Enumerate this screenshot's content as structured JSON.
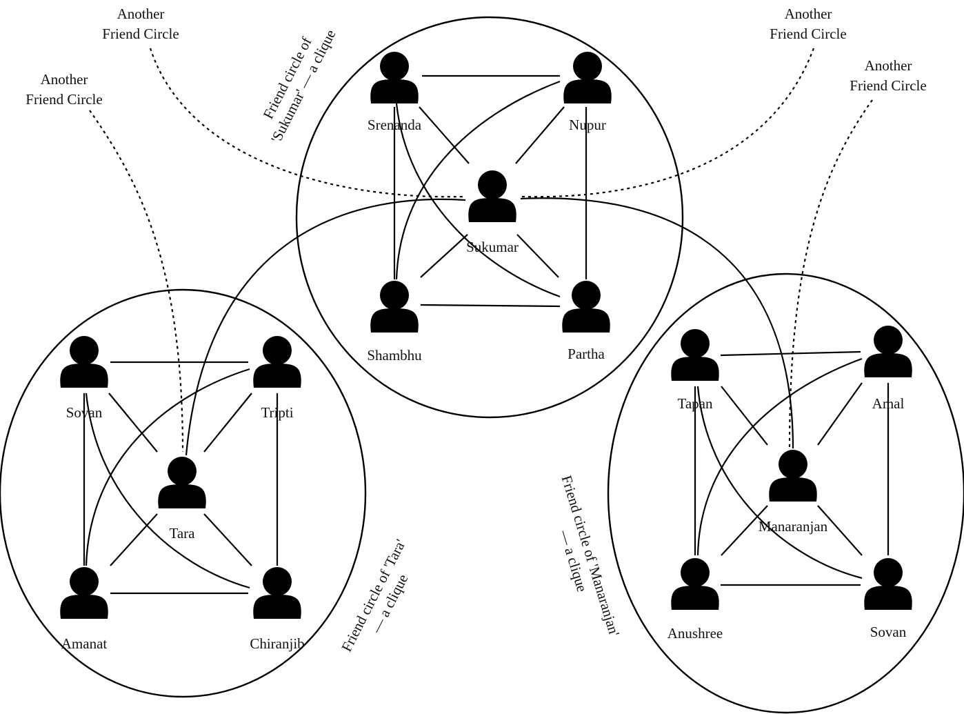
{
  "diagram": {
    "title": "Cliques of friend circles",
    "colors": {
      "stroke": "#000000",
      "background": "#ffffff"
    },
    "clusters": [
      {
        "id": "sukumar",
        "caption_line1": "Friend circle of",
        "caption_line2": "'Sukumar' — a clique",
        "center": "Sukumar",
        "members": [
          "Srenanda",
          "Nupur",
          "Sukumar",
          "Shambhu",
          "Partha"
        ]
      },
      {
        "id": "tara",
        "caption_line1": "Friend circle of 'Tara'",
        "caption_line2": "— a clique",
        "center": "Tara",
        "members": [
          "Sovan",
          "Tripti",
          "Tara",
          "Amanat",
          "Chiranjib"
        ]
      },
      {
        "id": "manaranjan",
        "caption_line1": "Friend circle of 'Manaranjan'",
        "caption_line2": "— a clique",
        "center": "Manaranjan",
        "members": [
          "Tapan",
          "Amal",
          "Manaranjan",
          "Anushree",
          "Sovan"
        ]
      }
    ],
    "other_circles": [
      {
        "line1": "Another",
        "line2": "Friend Circle"
      },
      {
        "line1": "Another",
        "line2": "Friend Circle"
      },
      {
        "line1": "Another",
        "line2": "Friend Circle"
      },
      {
        "line1": "Another",
        "line2": "Friend Circle"
      }
    ],
    "icon": "person-icon"
  }
}
